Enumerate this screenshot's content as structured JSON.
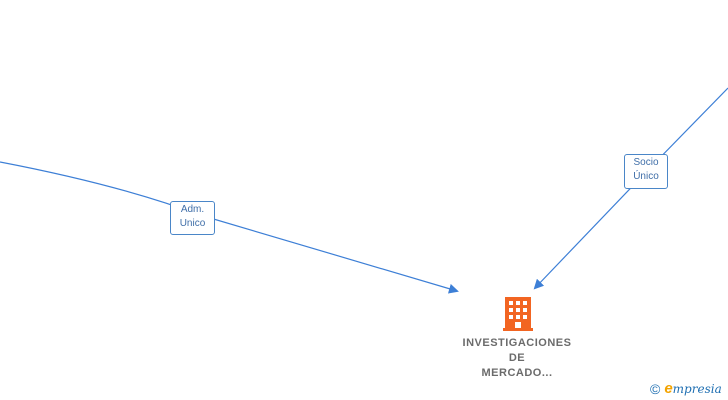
{
  "edges": [
    {
      "label_lines": [
        "Adm.",
        "Unico"
      ]
    },
    {
      "label_lines": [
        "Socio",
        "Único"
      ]
    }
  ],
  "company": {
    "name_lines": [
      "INVESTIGACIONES",
      "DE",
      "MERCADO..."
    ],
    "icon": "building-icon",
    "icon_color": "#f26522"
  },
  "watermark": {
    "symbol": "©",
    "brand_initial": "e",
    "brand_rest": "mpresia"
  },
  "colors": {
    "edge": "#3d7fd6",
    "label_border": "#4a86c8",
    "label_text": "#3f6ea8",
    "company_text": "#6b6b6b"
  }
}
